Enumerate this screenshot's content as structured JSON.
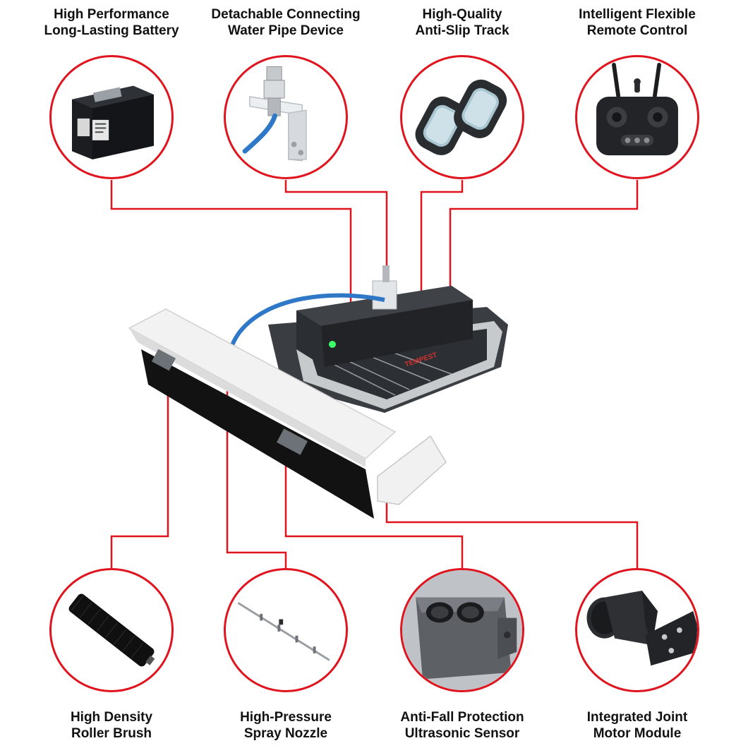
{
  "accent_color": "#e0141e",
  "features_top": [
    {
      "line1": "High Performance",
      "line2": "Long-Lasting Battery",
      "icon": "battery-pack-icon"
    },
    {
      "line1": "Detachable Connecting",
      "line2": "Water Pipe Device",
      "icon": "water-pipe-connector-icon"
    },
    {
      "line1": "High-Quality",
      "line2": "Anti-Slip Track",
      "icon": "track-belt-icon"
    },
    {
      "line1": "Intelligent Flexible",
      "line2": "Remote Control",
      "icon": "remote-controller-icon"
    }
  ],
  "features_bottom": [
    {
      "line1": "High Density",
      "line2": "Roller Brush",
      "icon": "roller-brush-icon"
    },
    {
      "line1": "High-Pressure",
      "line2": "Spray Nozzle",
      "icon": "spray-nozzle-icon"
    },
    {
      "line1": "Anti-Fall Protection",
      "line2": "Ultrasonic Sensor",
      "icon": "ultrasonic-sensor-icon"
    },
    {
      "line1": "Integrated Joint",
      "line2": "Motor Module",
      "icon": "joint-motor-icon"
    }
  ],
  "robot": {
    "icon": "solar-panel-cleaning-robot-icon",
    "brand_mark": "TEMPEST"
  }
}
